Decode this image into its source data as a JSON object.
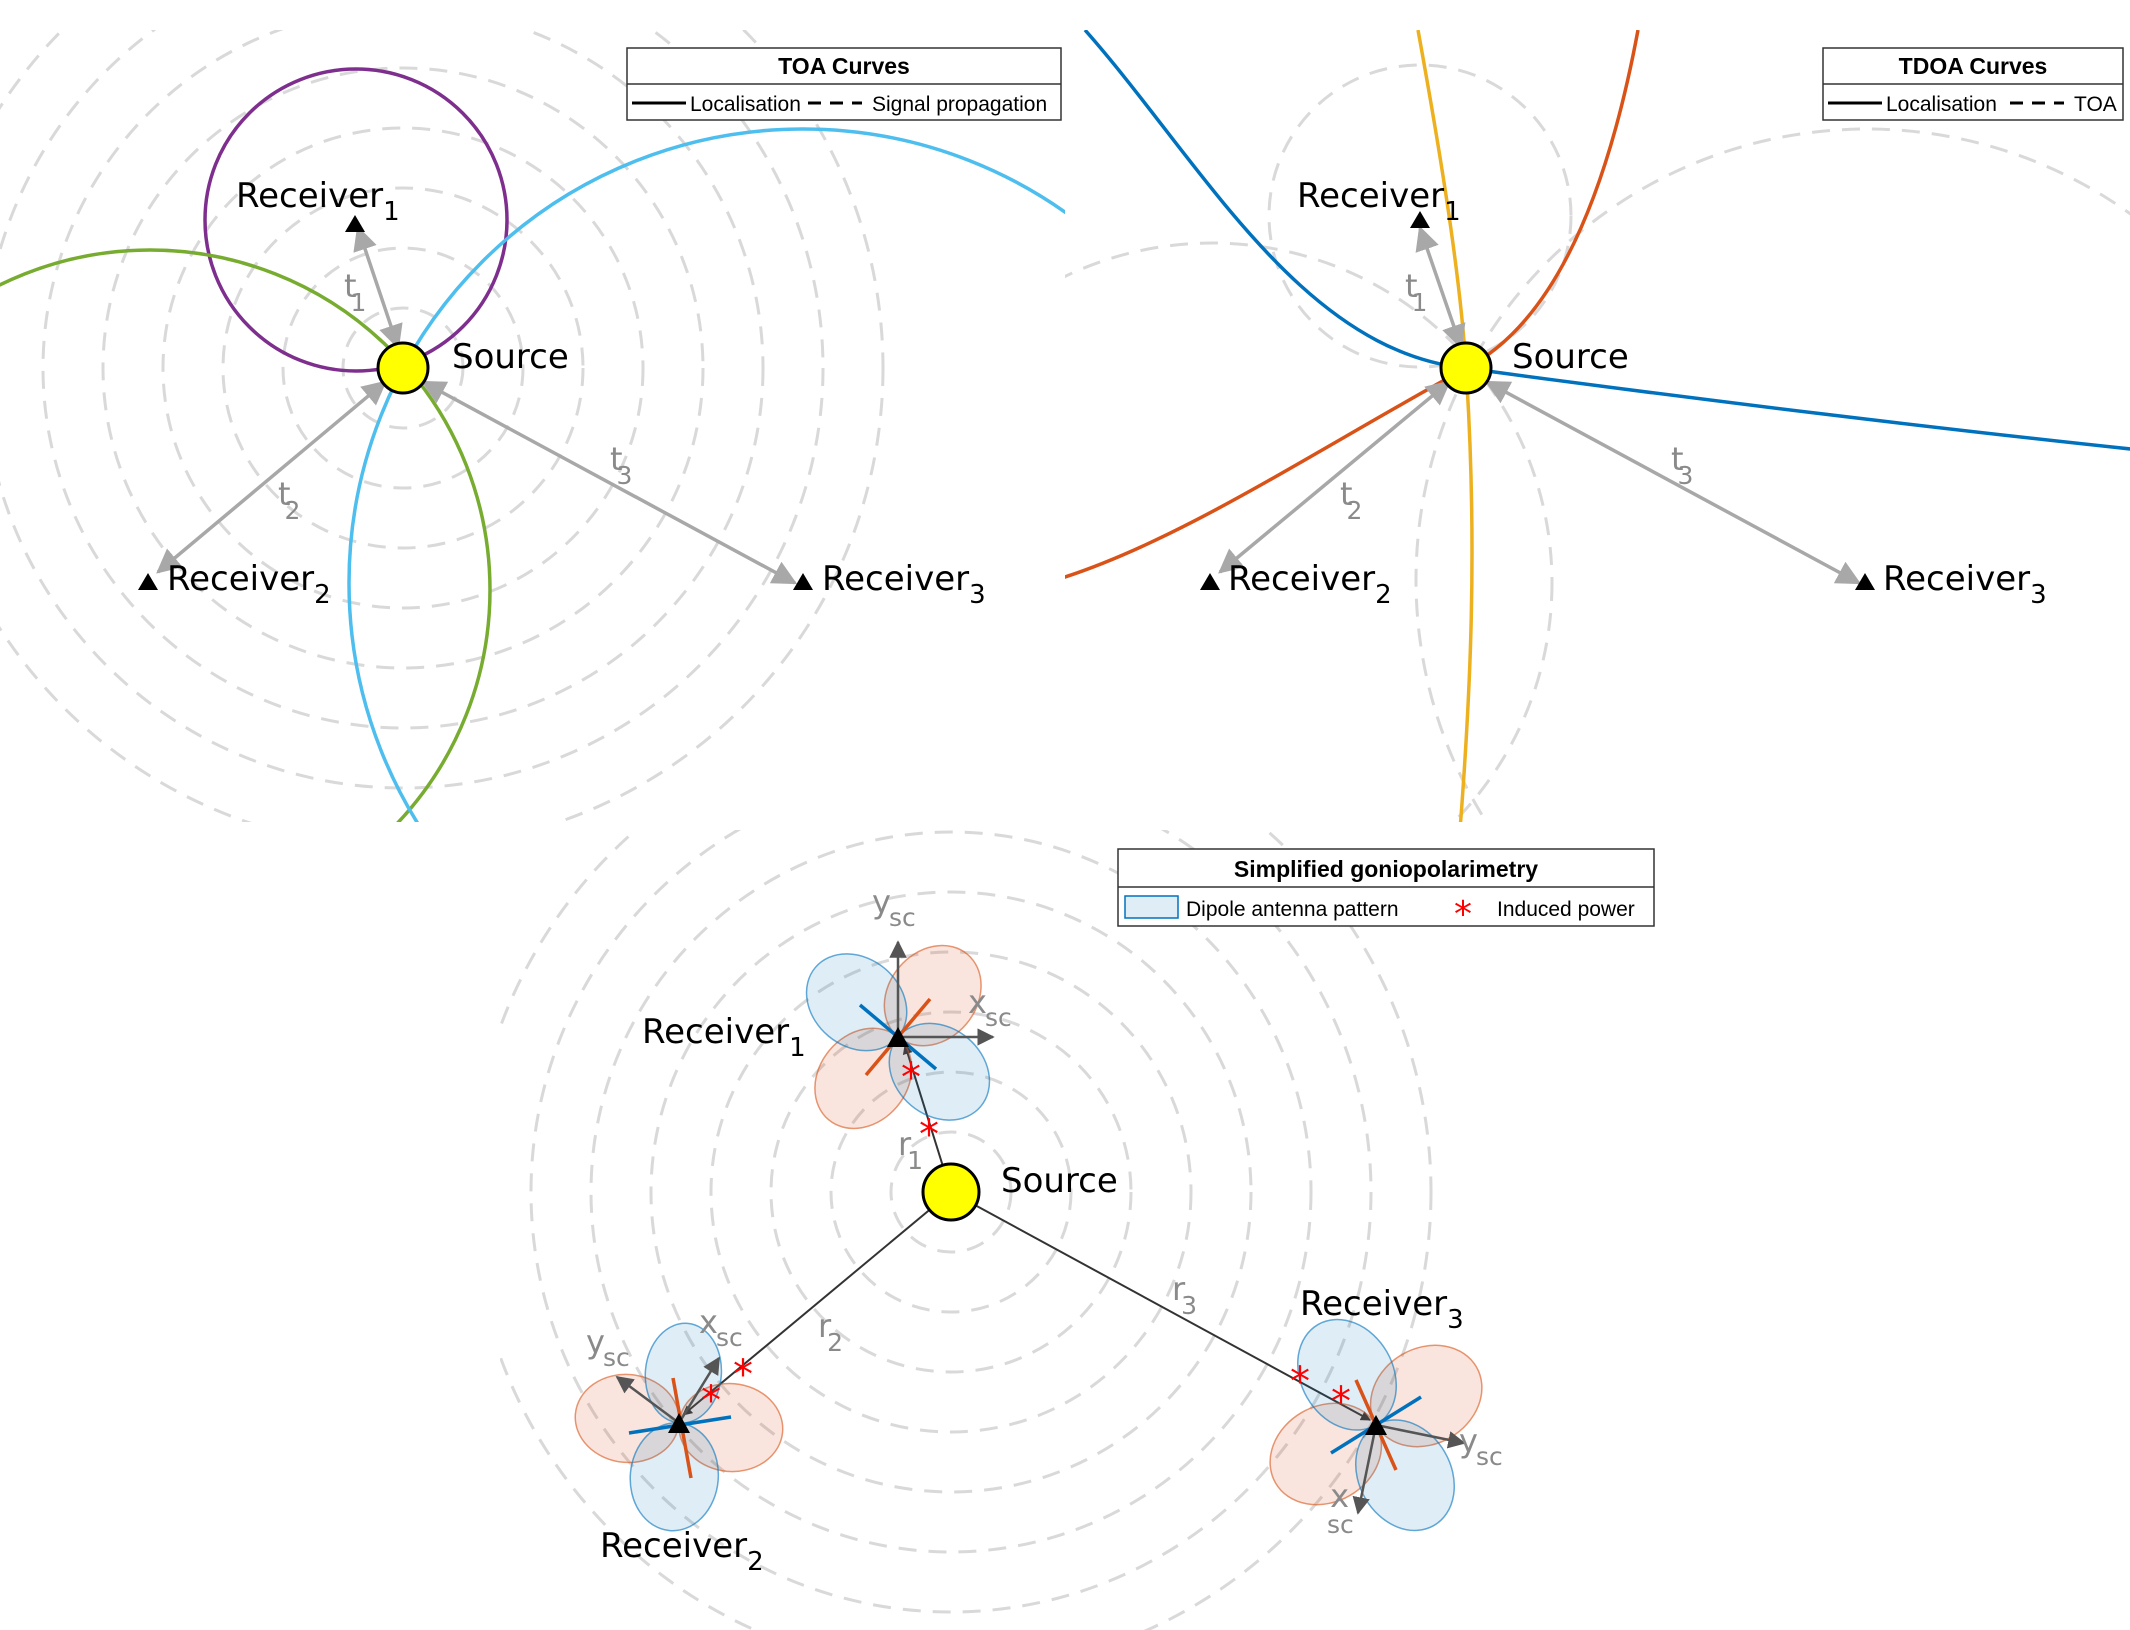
{
  "panels": {
    "toa": {
      "legend": {
        "title": "TOA Curves",
        "solid_label": "Localisation",
        "dashed_label": "Signal propagation"
      },
      "source_label": "Source",
      "receivers": [
        {
          "label": "Receiver",
          "sub": "1"
        },
        {
          "label": "Receiver",
          "sub": "2"
        },
        {
          "label": "Receiver",
          "sub": "3"
        }
      ],
      "times": [
        {
          "label": "t",
          "sub": "1"
        },
        {
          "label": "t",
          "sub": "2"
        },
        {
          "label": "t",
          "sub": "3"
        }
      ],
      "curve_colors": {
        "receiver1": "#7e2f8e",
        "receiver2": "#77ac30",
        "receiver3": "#4dbeee"
      }
    },
    "tdoa": {
      "legend": {
        "title": "TDOA Curves",
        "solid_label": "Localisation",
        "dashed_label": "TOA"
      },
      "source_label": "Source",
      "receivers": [
        {
          "label": "Receiver",
          "sub": "1"
        },
        {
          "label": "Receiver",
          "sub": "2"
        },
        {
          "label": "Receiver",
          "sub": "3"
        }
      ],
      "times": [
        {
          "label": "t",
          "sub": "1"
        },
        {
          "label": "t",
          "sub": "2"
        },
        {
          "label": "t",
          "sub": "3"
        }
      ],
      "curve_colors": {
        "pair_a": "#0072bd",
        "pair_b": "#d95319",
        "pair_c": "#edb120"
      }
    },
    "gonio": {
      "legend": {
        "title": "Simplified goniopolarimetry",
        "patch_label": "Dipole antenna pattern",
        "marker_label": "Induced power"
      },
      "source_label": "Source",
      "receivers": [
        {
          "label": "Receiver",
          "sub": "1"
        },
        {
          "label": "Receiver",
          "sub": "2"
        },
        {
          "label": "Receiver",
          "sub": "3"
        }
      ],
      "ranges": [
        {
          "label": "r",
          "sub": "1"
        },
        {
          "label": "r",
          "sub": "2"
        },
        {
          "label": "r",
          "sub": "3"
        }
      ],
      "axes": {
        "x": "x",
        "y": "y",
        "sub": "sc"
      },
      "colors": {
        "pattern_blue": "#0072bd",
        "pattern_orange": "#d95319",
        "marker": "#ff0000",
        "source": "#ffff00"
      }
    }
  }
}
